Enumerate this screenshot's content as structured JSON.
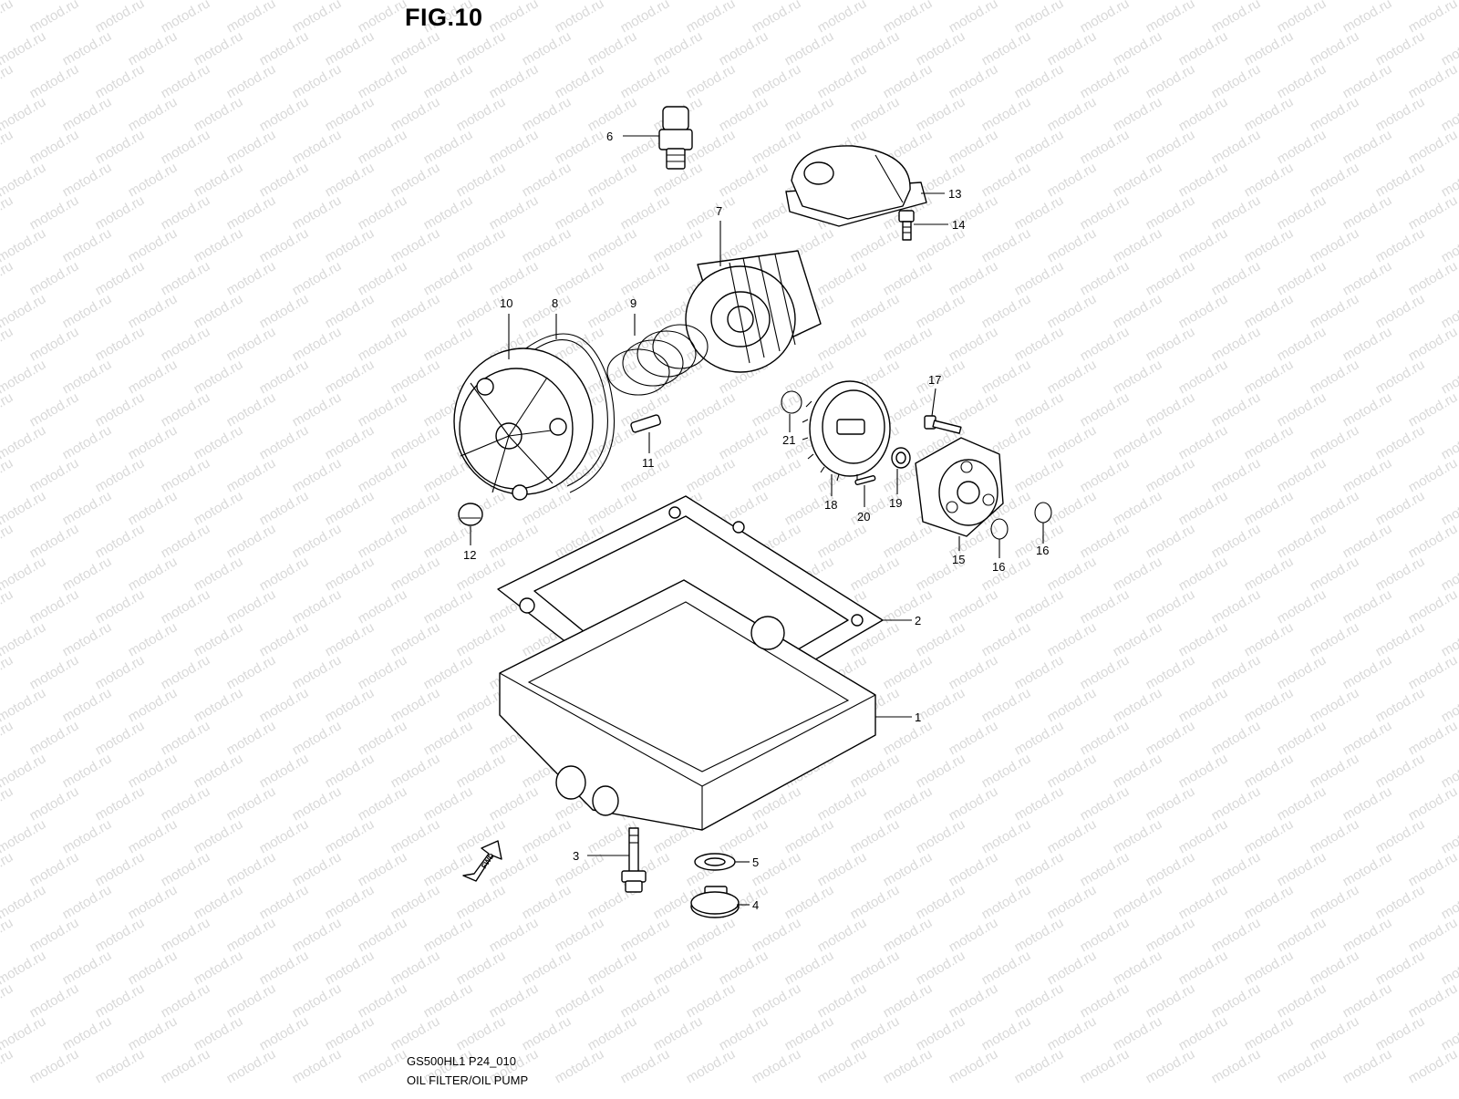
{
  "figure": {
    "title": "FIG.10",
    "code": "GS500HL1 P24_010",
    "name": "OIL FILTER/OIL PUMP"
  },
  "watermark": {
    "text": "motod.ru",
    "color": "#d9d9d9"
  },
  "fwd_label": "FWD",
  "callouts": {
    "c1": "1",
    "c2": "2",
    "c3": "3",
    "c4": "4",
    "c5": "5",
    "c6": "6",
    "c7": "7",
    "c8": "8",
    "c9": "9",
    "c10": "10",
    "c11": "11",
    "c12": "12",
    "c13": "13",
    "c14": "14",
    "c15": "15",
    "c16a": "16",
    "c16b": "16",
    "c17": "17",
    "c18": "18",
    "c19": "19",
    "c20": "20",
    "c21": "21"
  }
}
